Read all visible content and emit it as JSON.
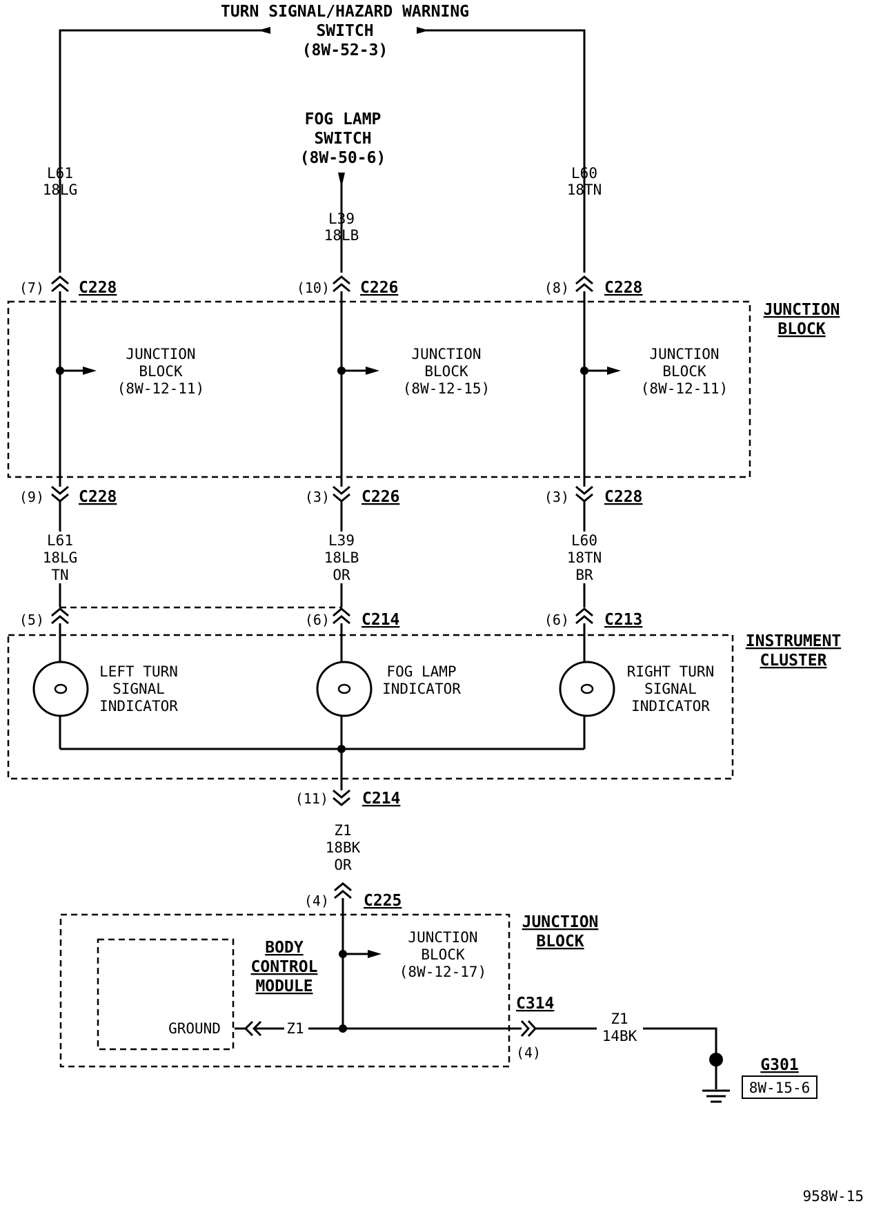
{
  "top_switch": {
    "line1": "TURN SIGNAL/HAZARD WARNING",
    "line2": "SWITCH",
    "line3": "(8W-52-3)"
  },
  "fog_switch": {
    "line1": "FOG LAMP",
    "line2": "SWITCH",
    "line3": "(8W-50-6)"
  },
  "wires_upper": {
    "left": {
      "circuit": "L61",
      "gauge": "18LG"
    },
    "center": {
      "circuit": "L39",
      "gauge": "18LB"
    },
    "right": {
      "circuit": "L60",
      "gauge": "18TN"
    }
  },
  "connectors_top": {
    "left": {
      "pin": "(7)",
      "name": "C228"
    },
    "center": {
      "pin": "(10)",
      "name": "C226"
    },
    "right": {
      "pin": "(8)",
      "name": "C228"
    }
  },
  "junction_block_main": {
    "label_line1": "JUNCTION",
    "label_line2": "BLOCK",
    "refs": [
      {
        "line1": "JUNCTION",
        "line2": "BLOCK",
        "line3": "(8W-12-11)"
      },
      {
        "line1": "JUNCTION",
        "line2": "BLOCK",
        "line3": "(8W-12-15)"
      },
      {
        "line1": "JUNCTION",
        "line2": "BLOCK",
        "line3": "(8W-12-11)"
      }
    ]
  },
  "connectors_bottom": {
    "left": {
      "pin": "(9)",
      "name": "C228"
    },
    "center": {
      "pin": "(3)",
      "name": "C226"
    },
    "right": {
      "pin": "(3)",
      "name": "C228"
    }
  },
  "wires_middle": {
    "left": {
      "circuit": "L61",
      "gauge": "18LG",
      "tracer": "TN"
    },
    "center": {
      "circuit": "L39",
      "gauge": "18LB",
      "tracer": "OR"
    },
    "right": {
      "circuit": "L60",
      "gauge": "18TN",
      "tracer": "BR"
    }
  },
  "cluster_connectors": {
    "left": {
      "pin": "(5)",
      "name": ""
    },
    "center": {
      "pin": "(6)",
      "name": "C214"
    },
    "right": {
      "pin": "(6)",
      "name": "C213"
    }
  },
  "instrument_cluster": {
    "label_line1": "INSTRUMENT",
    "label_line2": "CLUSTER",
    "lamps": [
      {
        "line1": "LEFT TURN",
        "line2": "SIGNAL",
        "line3": "INDICATOR"
      },
      {
        "line1": "FOG LAMP",
        "line2": "INDICATOR",
        "line3": ""
      },
      {
        "line1": "RIGHT TURN",
        "line2": "SIGNAL",
        "line3": "INDICATOR"
      }
    ]
  },
  "cluster_out_connector": {
    "pin": "(11)",
    "name": "C214"
  },
  "wire_ground": {
    "circuit": "Z1",
    "gauge": "18BK",
    "tracer": "OR"
  },
  "jb_connector": {
    "pin": "(4)",
    "name": "C225"
  },
  "junction_block_lower": {
    "label_line1": "JUNCTION",
    "label_line2": "BLOCK",
    "ref_line1": "JUNCTION",
    "ref_line2": "BLOCK",
    "ref_line3": "(8W-12-17)"
  },
  "bcm": {
    "line1": "BODY",
    "line2": "CONTROL",
    "line3": "MODULE",
    "ground_label": "GROUND",
    "wire_label": "Z1"
  },
  "c314": {
    "name": "C314",
    "pin": "(4)"
  },
  "wire_out": {
    "circuit": "Z1",
    "gauge": "14BK"
  },
  "ground_point": {
    "name": "G301",
    "ref": "8W-15-6"
  },
  "figure_id": "958W-15"
}
